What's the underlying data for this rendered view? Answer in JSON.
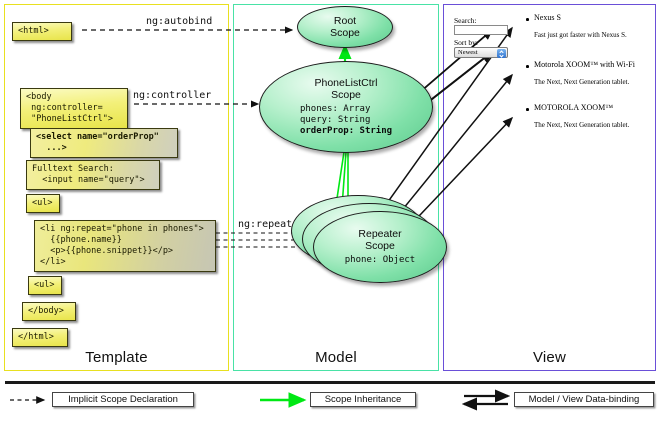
{
  "panels": {
    "template": {
      "label": "Template",
      "border_color": "#e8e020"
    },
    "model": {
      "label": "Model",
      "border_color": "#49e2a6"
    },
    "view": {
      "label": "View",
      "border_color": "#6a4fd8"
    }
  },
  "template": {
    "boxes": [
      {
        "id": "html-open",
        "text": "<html>"
      },
      {
        "id": "body-open",
        "text": "<body\n ng:controller=\n \"PhoneListCtrl\">"
      },
      {
        "id": "select-box",
        "text": "<select name=\"orderProp\"\n  ...>"
      },
      {
        "id": "search-box",
        "text": "Fulltext Search:\n  <input name=\"query\">"
      },
      {
        "id": "ul-open",
        "text": "<ul>"
      },
      {
        "id": "li-repeat",
        "text": "<li ng:repeat=\"phone in phones\">\n  {{phone.name}}\n  <p>{{phone.snippet}}</p>\n</li>"
      },
      {
        "id": "ul-close",
        "text": "<ul>"
      },
      {
        "id": "body-close",
        "text": "</body>"
      },
      {
        "id": "html-close",
        "text": "</html>"
      }
    ]
  },
  "connectors": {
    "autobind": "ng:autobind",
    "controller": "ng:controller",
    "repeat": "ng:repeat"
  },
  "model": {
    "scopes": [
      {
        "id": "root-scope",
        "title": "Root\nScope",
        "props": ""
      },
      {
        "id": "phonelist-scope",
        "title": "PhoneListCtrl\nScope",
        "props_plain": "phones: Array\nquery: String\n",
        "props_bold": "orderProp: String"
      },
      {
        "id": "repeater-scope",
        "title": "Repeater\nScope",
        "props": "phone: Object"
      }
    ]
  },
  "view": {
    "search_label": "Search:",
    "search_value": "",
    "sort_label": "Sort by:",
    "sort_value": "Newest",
    "items": [
      {
        "title": "Nexus S",
        "snippet": "Fast just got faster with Nexus S."
      },
      {
        "title": "Motorola XOOM™ with Wi-Fi",
        "snippet": "The Next, Next Generation tablet."
      },
      {
        "title": "MOTOROLA XOOM™",
        "snippet": "The Next, Next Generation tablet."
      }
    ]
  },
  "legend": {
    "items": [
      {
        "id": "implicit-scope-declaration",
        "label": "Implicit Scope Declaration",
        "style": "dashed-arrow",
        "color": "#111111"
      },
      {
        "id": "scope-inheritance",
        "label": "Scope Inheritance",
        "style": "solid-arrow",
        "color": "#00e814"
      },
      {
        "id": "model-view-data-binding",
        "label": "Model / View Data-binding",
        "style": "double-arrow",
        "color": "#111111"
      }
    ]
  },
  "colors": {
    "code_box_fill": "#efeb7e",
    "scope_fill": "#7fe0a8",
    "inheritance_arrow": "#00e814"
  }
}
